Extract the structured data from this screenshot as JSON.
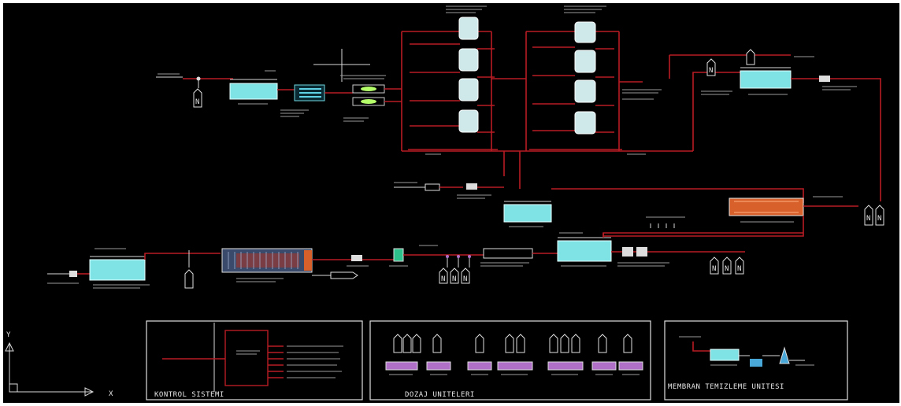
{
  "panels": {
    "control": {
      "title": "KONTROL SISTEMI"
    },
    "dosing": {
      "title": "DOZAJ UNITELERI"
    },
    "membrane": {
      "title": "MEMBRAN TEMIZLEME UNITESI"
    }
  },
  "axes_icon": {
    "y": "Y",
    "x": "X"
  },
  "colors": {
    "background": "#000000",
    "pipe": "#b81c24",
    "tank": "#7fe3e6",
    "wire": "#d9d9d9",
    "highlight_orange": "#d8602a",
    "highlight_purple": "#b070c8",
    "highlight_green": "#b4ff6a"
  }
}
